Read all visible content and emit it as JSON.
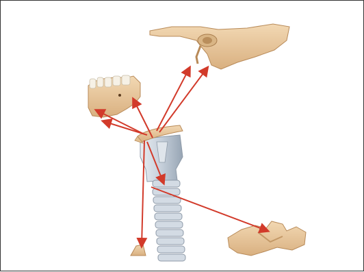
{
  "figure": {
    "background": "#ffffff",
    "border_color": "#333333",
    "bone_color": "#e7c79c",
    "bone_shadow": "#c39866",
    "cartilage_color": "#c9d2dc",
    "cartilage_shadow": "#95a2b1",
    "arrow_color": "#d23a2a"
  },
  "structures": [
    "hyoid-bone",
    "temporal-bone",
    "mandible",
    "larynx",
    "trachea",
    "scapula",
    "sternum-manubrium"
  ],
  "arrow_count": 8
}
